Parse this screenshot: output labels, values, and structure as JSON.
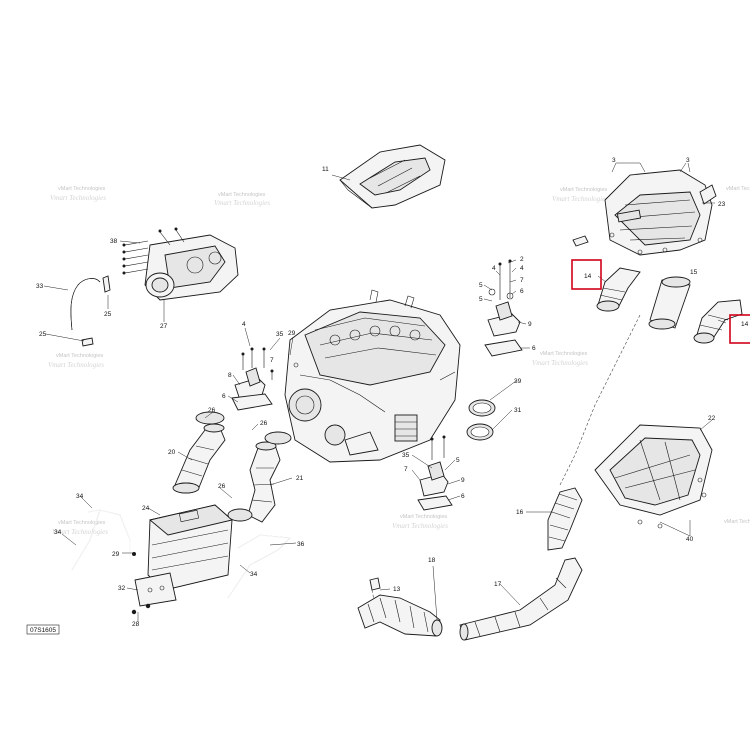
{
  "diagram": {
    "code": "07S1605",
    "watermark_line1": "vMart Technologies",
    "watermark_line2": "Vmart Technologies",
    "highlight_color": "#d0021b",
    "callouts": {
      "c3a": "3",
      "c3b": "3",
      "c2": "2",
      "c4a": "4",
      "c4b": "4",
      "c4c": "4",
      "c5a": "5",
      "c5b": "5",
      "c5c": "5",
      "c6a": "6",
      "c6b": "6",
      "c6c": "6",
      "c7a": "7",
      "c7b": "7",
      "c7c": "7",
      "c8": "8",
      "c9": "9",
      "c11": "11",
      "c13": "13",
      "c14a": "14",
      "c14b": "14",
      "c15": "15",
      "c16": "16",
      "c17": "17",
      "c18": "18",
      "c20": "20",
      "c21": "21",
      "c22": "22",
      "c23": "23",
      "c24": "24",
      "c25": "25",
      "c26a": "26",
      "c26b": "26",
      "c27": "27",
      "c28": "28",
      "c29a": "29",
      "c29b": "29",
      "c31": "31",
      "c32": "32",
      "c33": "33",
      "c34a": "34",
      "c34b": "34",
      "c35a": "35",
      "c35b": "35",
      "c36": "36",
      "c38": "38",
      "c39": "39",
      "c40": "40"
    }
  }
}
